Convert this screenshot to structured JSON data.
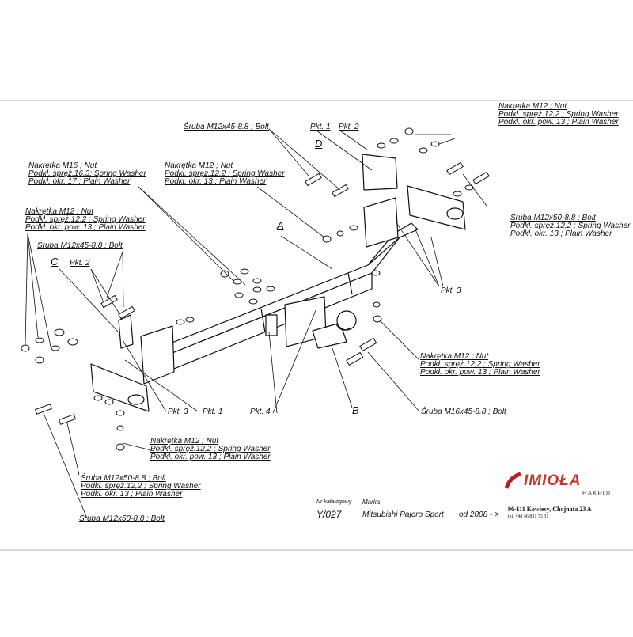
{
  "labels": {
    "top_right": [
      "Nakrętka  M12 ; Nut",
      "Podkł. spręż.12,2 ; Spring Washer",
      "Podkł. okr. pow. 13 ; Plain Washer"
    ],
    "bolt_m12x45_top": "Śruba M12x45-8.8 ;  Bolt",
    "pkt1_top": "Pkt. 1",
    "pkt2_top": "Pkt. 2",
    "d": "D",
    "m16_block": [
      "Nakrętka  M16 ; Nut",
      "Podkł. spręż.16,3; Spring Washer",
      "Podkł. okr. 17 ; Plain Washer"
    ],
    "m12_center": [
      "Nakrętka  M12 ; Nut",
      "Podkł. spręż.12,2 ; Spring Washer",
      "Podkł. okr. 13 ; Plain Washer"
    ],
    "m12_left": [
      "Nakrętka  M12 ; Nut",
      "Podkł. spręż.12,2 ; Spring Washer",
      "Podkł. okr. pow. 13 ; Plain Washer"
    ],
    "bolt_m12x45_left": "Śruba M12x45-8.8 ;  Bolt",
    "a": "A",
    "c": "C",
    "pkt2_left": "Pkt. 2",
    "right_m12x50": [
      "Śruba M12x50-8.8 ;  Bolt",
      "Podkł. spręż.12,2 ; Spring Washer",
      "Podkł. okr. 13 ; Plain Washer"
    ],
    "pkt3_right": "Pkt. 3",
    "m12_mid_right": [
      "Nakrętka  M12 ; Nut",
      "Podkł. spręż.12,2 ; Spring Washer",
      "Podkł. okr. pow. 13 ; Plain Washer"
    ],
    "pkt3_bottom": "Pkt. 3",
    "pkt1_bottom": "Pkt. 1",
    "pkt4": "Pkt. 4",
    "b": "B",
    "bolt_m16x45": "Śruba M16x45-8.8 ;  Bolt",
    "m12_bottom": [
      "Nakrętka  M12 ; Nut",
      "Podkł. spręż.12,2 ; Spring Washer",
      "Podkł. okr. pow. 13 ; Plain Washer"
    ],
    "bottom_m12x50": [
      "Śruba M12x50-8.8 ;  Bolt",
      "Podkł. spręż.12,2 ; Spring Washer",
      "Podkł. okr. 13 ; Plain Washer"
    ],
    "bolt_m12x50_bottom": "Śruba M12x50-8.8 ;  Bolt"
  },
  "catalog": {
    "number_label": "Nr katalogowy",
    "number": "Y/027",
    "brand_label": "Marka",
    "model": "Mitsubishi Pajero Sport",
    "year": "od  2008 - >"
  },
  "company": {
    "logo": "IMIOŁA",
    "sub": "HAKPOL",
    "address": "96-111 Kowiesy, Chojnata 23 A",
    "phone": "tel. +48 46 831 73 31",
    "logo_color": "#c0392b"
  }
}
